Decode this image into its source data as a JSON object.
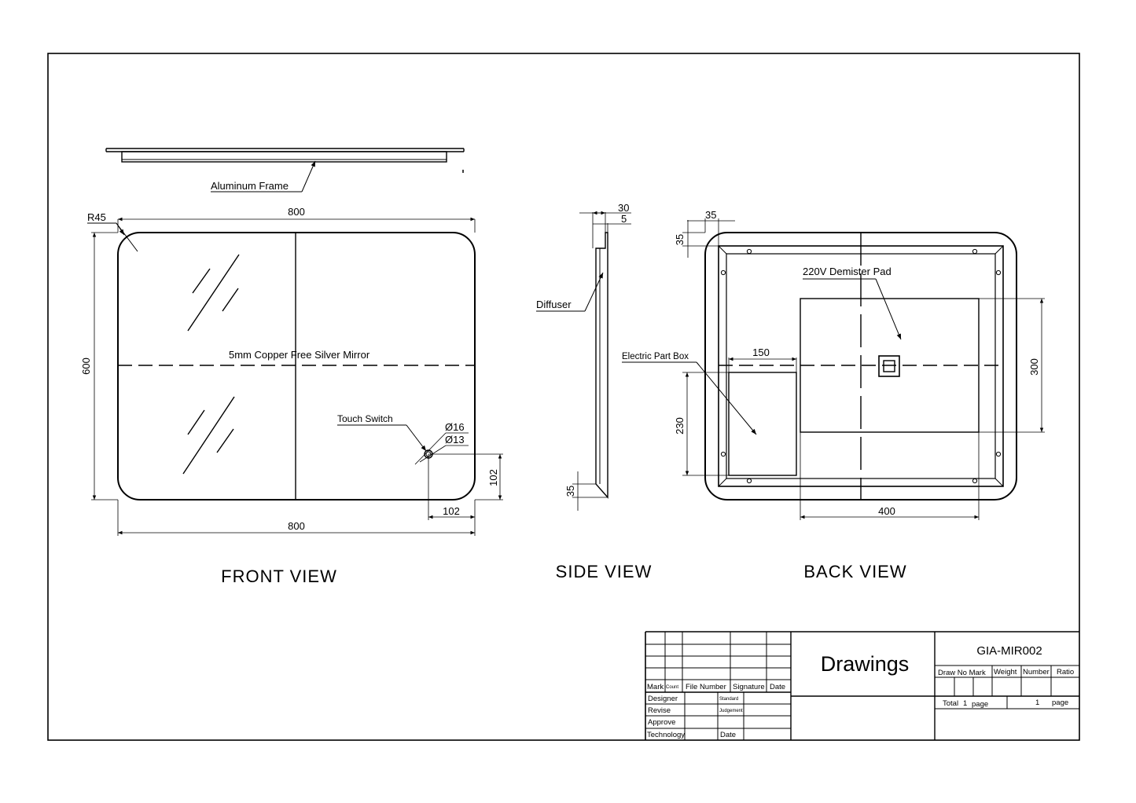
{
  "front_view": {
    "title": "FRONT VIEW",
    "top_label": "Aluminum Frame",
    "radius_label": "R45",
    "width_top": "800",
    "width_bottom": "800",
    "height": "600",
    "mirror_label": "5mm Copper Free Silver Mirror",
    "switch_label": "Touch Switch",
    "dia_outer": "Ø16",
    "dia_inner": "Ø13",
    "switch_offset_y": "102",
    "switch_offset_x": "102"
  },
  "side_view": {
    "title": "SIDE VIEW",
    "depth": "30",
    "glass": "5",
    "diffuser_label": "Diffuser",
    "bottom_dim": "35"
  },
  "back_view": {
    "title": "BACK VIEW",
    "top_offset_x": "35",
    "top_offset_y": "35",
    "demister_label": "220V Demister Pad",
    "box_label": "Electric Part Box",
    "box_width": "150",
    "box_height": "230",
    "pad_height": "300",
    "pad_width": "400"
  },
  "title_block": {
    "title": "Drawings",
    "drawing_no": "GIA-MIR002",
    "col_mark": "Mark",
    "col_count": "Count",
    "col_file": "File Number",
    "col_signature": "Signature",
    "col_date": "Date",
    "row_designer": "Designer",
    "row_standard": "Standard",
    "row_revise": "Revise",
    "row_judgement": "Judgement",
    "row_approve": "Approve",
    "row_technology": "Technology",
    "row_date": "Date",
    "h_draw_no_mark": "Draw No Mark",
    "h_weight": "Weight",
    "h_number": "Number",
    "h_ratio": "Ratio",
    "total_label": "Total",
    "total_value": "1",
    "total_unit": "page",
    "page_value": "1",
    "page_unit": "page"
  }
}
